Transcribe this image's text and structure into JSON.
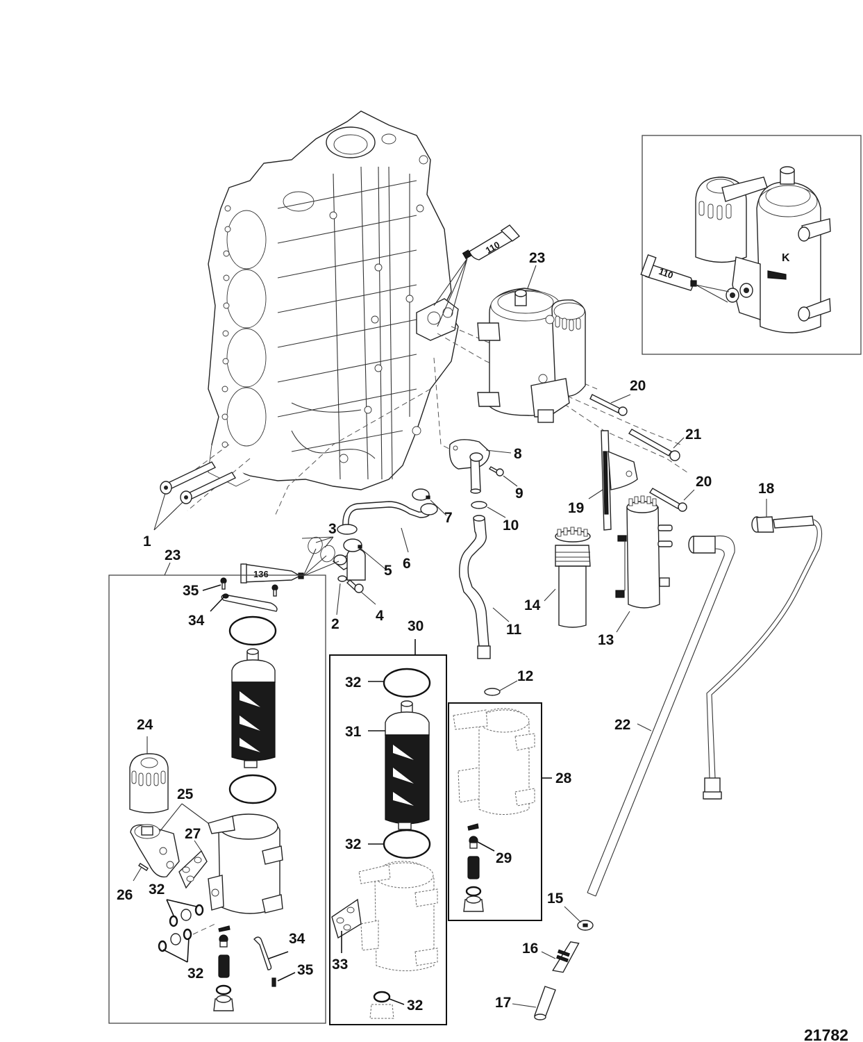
{
  "diagram": {
    "title": "Fuel filter / water separator assembly exploded parts view",
    "figure_number": "21782",
    "callouts": [
      {
        "id": "1",
        "label": "1"
      },
      {
        "id": "2",
        "label": "2"
      },
      {
        "id": "3",
        "label": "3"
      },
      {
        "id": "4",
        "label": "4"
      },
      {
        "id": "5",
        "label": "5"
      },
      {
        "id": "6",
        "label": "6"
      },
      {
        "id": "7",
        "label": "7"
      },
      {
        "id": "8",
        "label": "8"
      },
      {
        "id": "9",
        "label": "9"
      },
      {
        "id": "10",
        "label": "10"
      },
      {
        "id": "11",
        "label": "11"
      },
      {
        "id": "12",
        "label": "12"
      },
      {
        "id": "13",
        "label": "13"
      },
      {
        "id": "14",
        "label": "14"
      },
      {
        "id": "15",
        "label": "15"
      },
      {
        "id": "16",
        "label": "16"
      },
      {
        "id": "17",
        "label": "17"
      },
      {
        "id": "18",
        "label": "18"
      },
      {
        "id": "19",
        "label": "19"
      },
      {
        "id": "20a",
        "label": "20"
      },
      {
        "id": "20b",
        "label": "20"
      },
      {
        "id": "21",
        "label": "21"
      },
      {
        "id": "22",
        "label": "22"
      },
      {
        "id": "23a",
        "label": "23"
      },
      {
        "id": "23b",
        "label": "23"
      },
      {
        "id": "24",
        "label": "24"
      },
      {
        "id": "25",
        "label": "25"
      },
      {
        "id": "26",
        "label": "26"
      },
      {
        "id": "27",
        "label": "27"
      },
      {
        "id": "28",
        "label": "28"
      },
      {
        "id": "29",
        "label": "29"
      },
      {
        "id": "30",
        "label": "30"
      },
      {
        "id": "31",
        "label": "31"
      },
      {
        "id": "32a",
        "label": "32"
      },
      {
        "id": "32b",
        "label": "32"
      },
      {
        "id": "32c",
        "label": "32"
      },
      {
        "id": "32d",
        "label": "32"
      },
      {
        "id": "32e",
        "label": "32"
      },
      {
        "id": "33",
        "label": "33"
      },
      {
        "id": "34a",
        "label": "34"
      },
      {
        "id": "34b",
        "label": "34"
      },
      {
        "id": "35a",
        "label": "35"
      },
      {
        "id": "35b",
        "label": "35"
      }
    ],
    "sealants": [
      {
        "id": "tube-110-main",
        "label": "110"
      },
      {
        "id": "tube-110-inset",
        "label": "110"
      },
      {
        "id": "tube-136",
        "label": "136"
      }
    ],
    "inset_brand_text": "K"
  }
}
